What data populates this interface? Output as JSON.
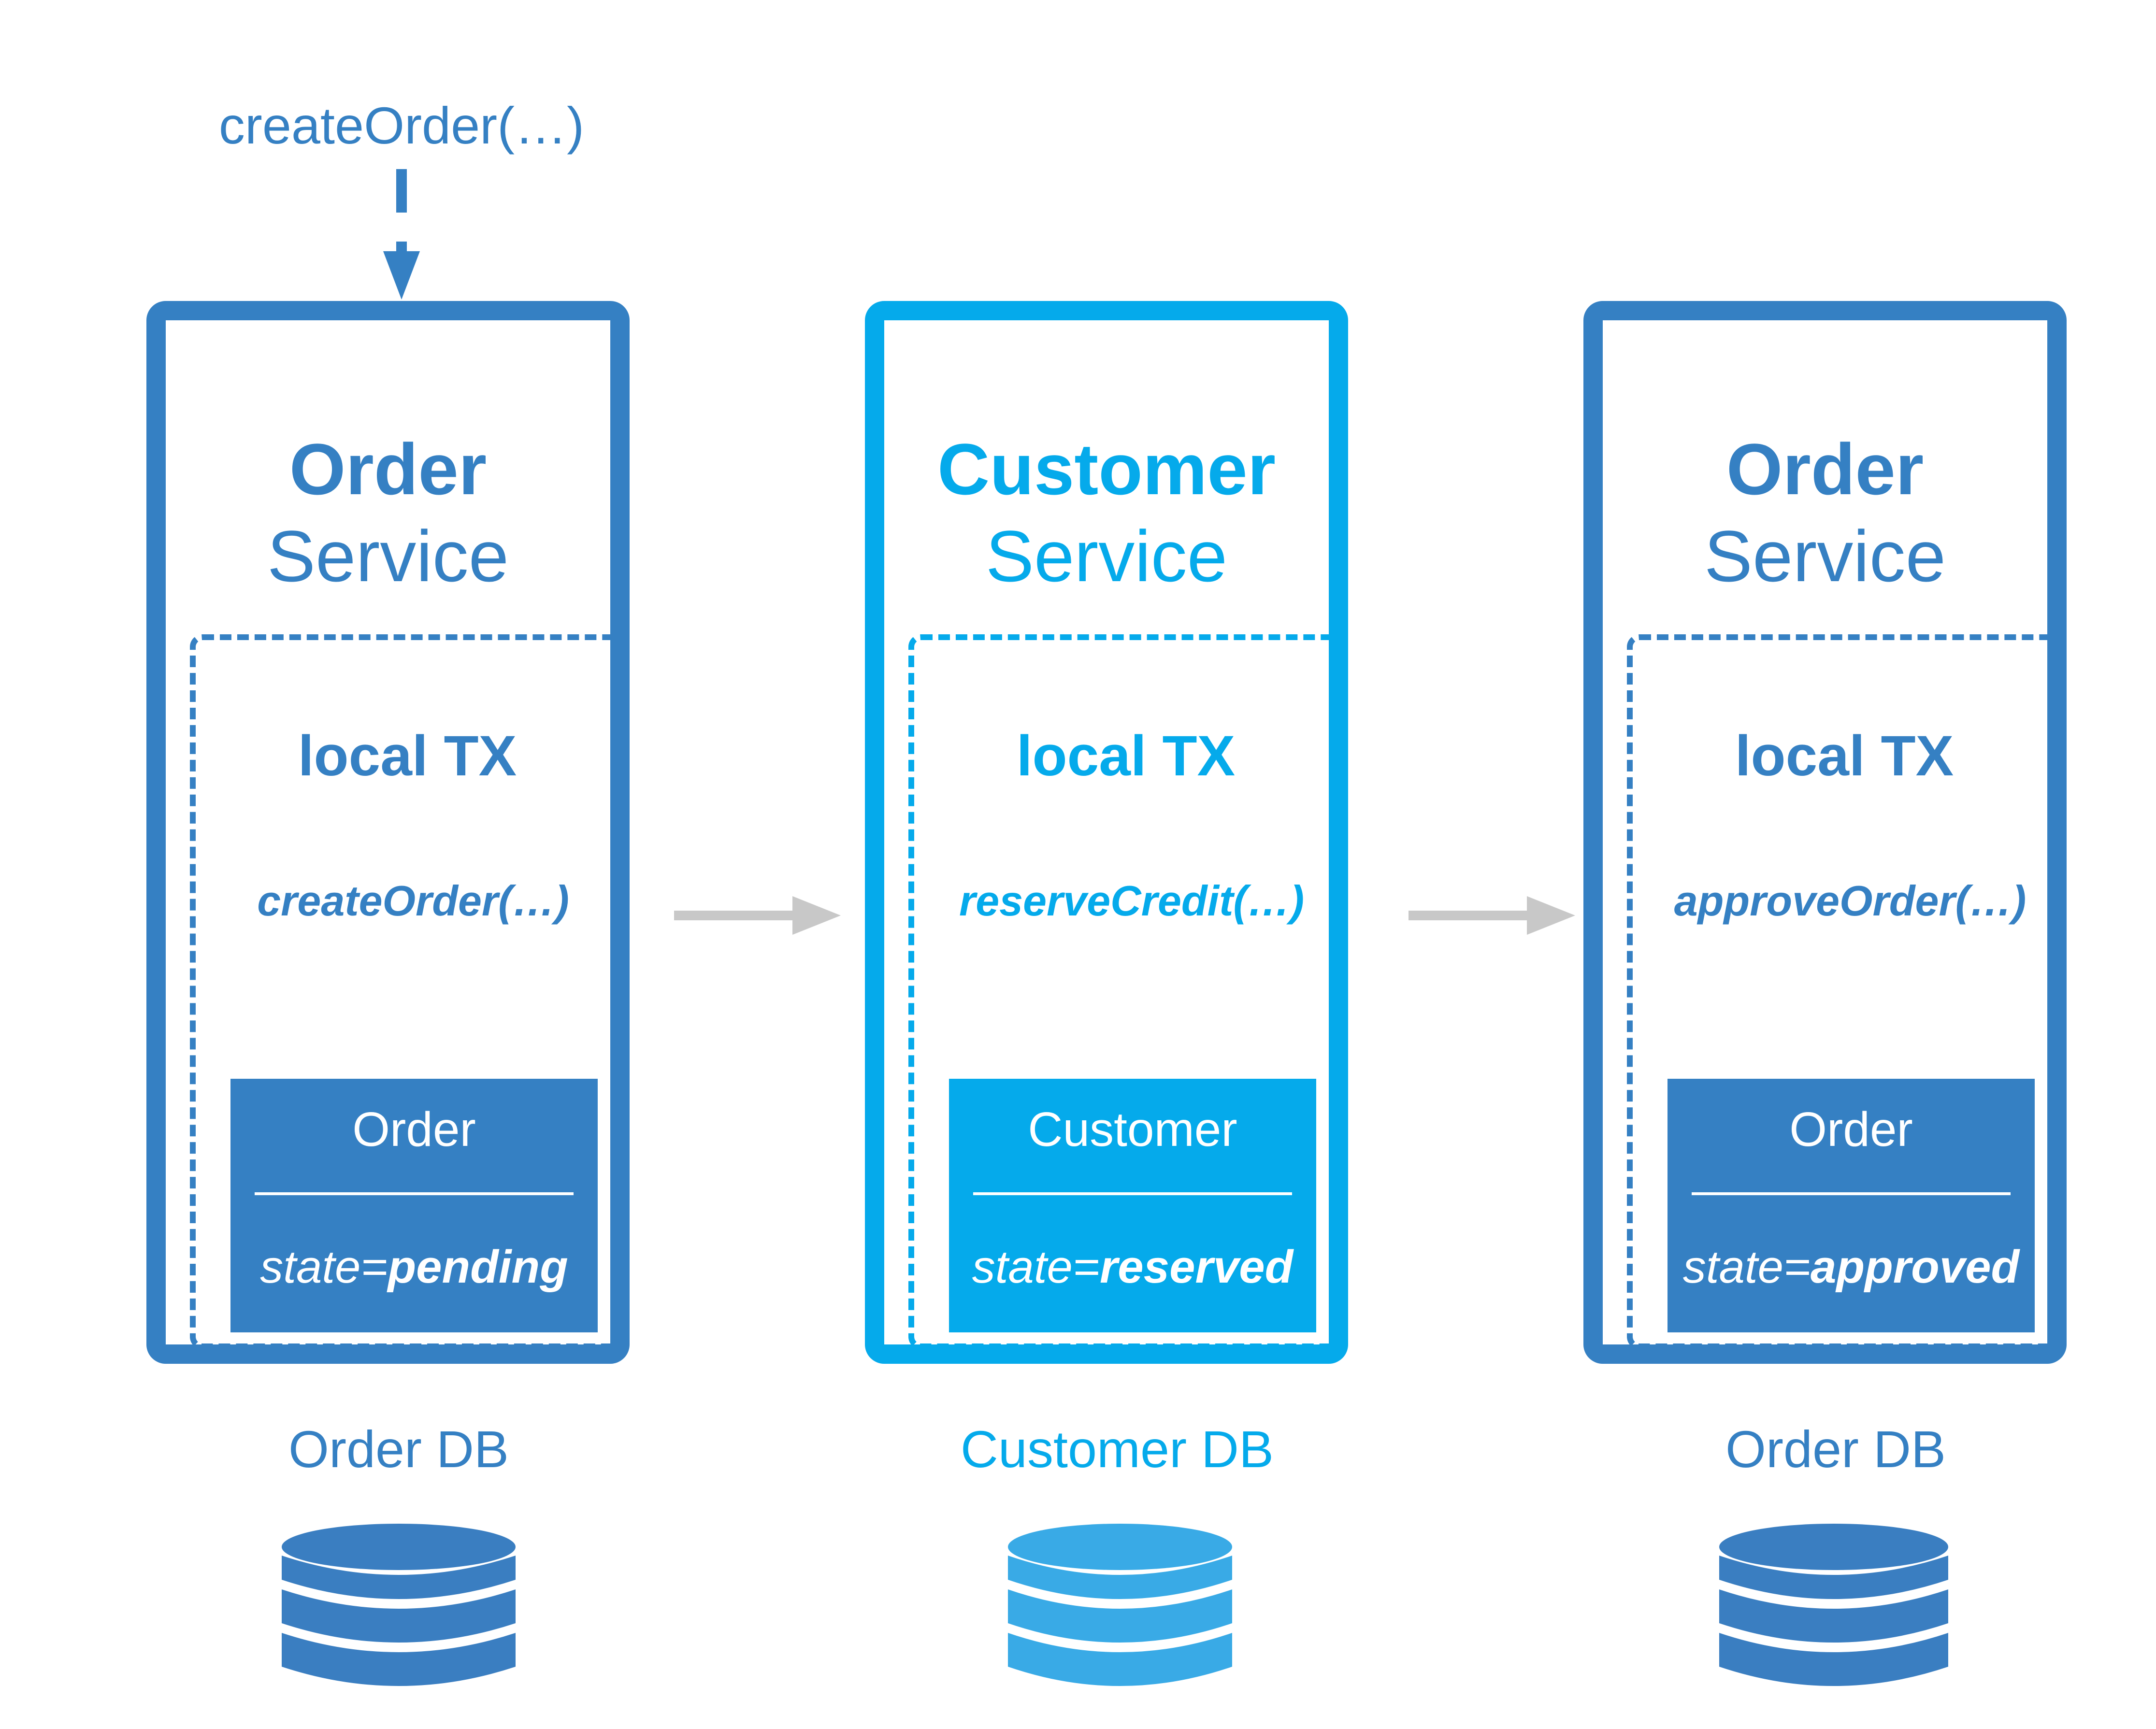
{
  "entry_call": "createOrder(…)",
  "services": [
    {
      "title": "Order",
      "subtitle": "Service",
      "tx_title": "local TX",
      "tx_operation": "createOrder(…)",
      "entity_name": "Order",
      "state_prefix": "state=",
      "state_value": "pending",
      "db_label": "Order DB",
      "color": "#3580c3",
      "db_color": "#3a7ec1"
    },
    {
      "title": "Customer",
      "subtitle": "Service",
      "tx_title": "local TX",
      "tx_operation": "reserveCredit(…)",
      "entity_name": "Customer",
      "state_prefix": "state=",
      "state_value": "reserved",
      "db_label": "Customer DB",
      "color": "#05aaeb",
      "db_color": "#39aae6"
    },
    {
      "title": "Order",
      "subtitle": "Service",
      "tx_title": "local TX",
      "tx_operation": "approveOrder(…)",
      "entity_name": "Order",
      "state_prefix": "state=",
      "state_value": "approved",
      "db_label": "Order DB",
      "color": "#3580c3",
      "db_color": "#3a7ec1"
    }
  ],
  "flow_arrow_color": "#c8c8c8"
}
